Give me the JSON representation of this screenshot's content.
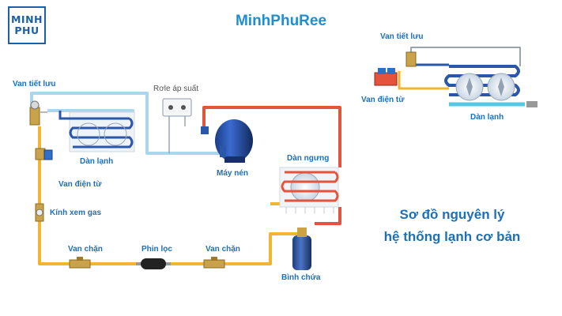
{
  "logo": {
    "line1": "MINH",
    "line2": "PHU"
  },
  "brand": "MinhPhuRee",
  "labels": {
    "van_tiet_luu": "Van tiết lưu",
    "rorle": "Rơle áp suất",
    "dan_lanh": "Dàn lạnh",
    "may_nen": "Máy nén",
    "dan_ngung": "Dàn ngưng",
    "van_dien_tu": "Van điện từ",
    "kinh_xem_gas": "Kính xem gas",
    "van_chan_left": "Van chặn",
    "phin_loc": "Phin lọc",
    "van_chan_right": "Van chặn",
    "binh_chua": "Bình chứa"
  },
  "inset": {
    "van_tiet_luu": "Van tiết lưu",
    "van_dien_tu": "Van điện từ",
    "dan_lanh": "Dàn lạnh"
  },
  "title": {
    "line1": "Sơ đồ nguyên lý",
    "line2": "hệ thống lạnh cơ bản"
  },
  "colors": {
    "liquid_line": "#f2b531",
    "suction_line": "#a8d6ec",
    "discharge_line": "#e5533d",
    "evaporator_coil": "#2a57a8",
    "brand_blue": "#1d6fb8"
  }
}
